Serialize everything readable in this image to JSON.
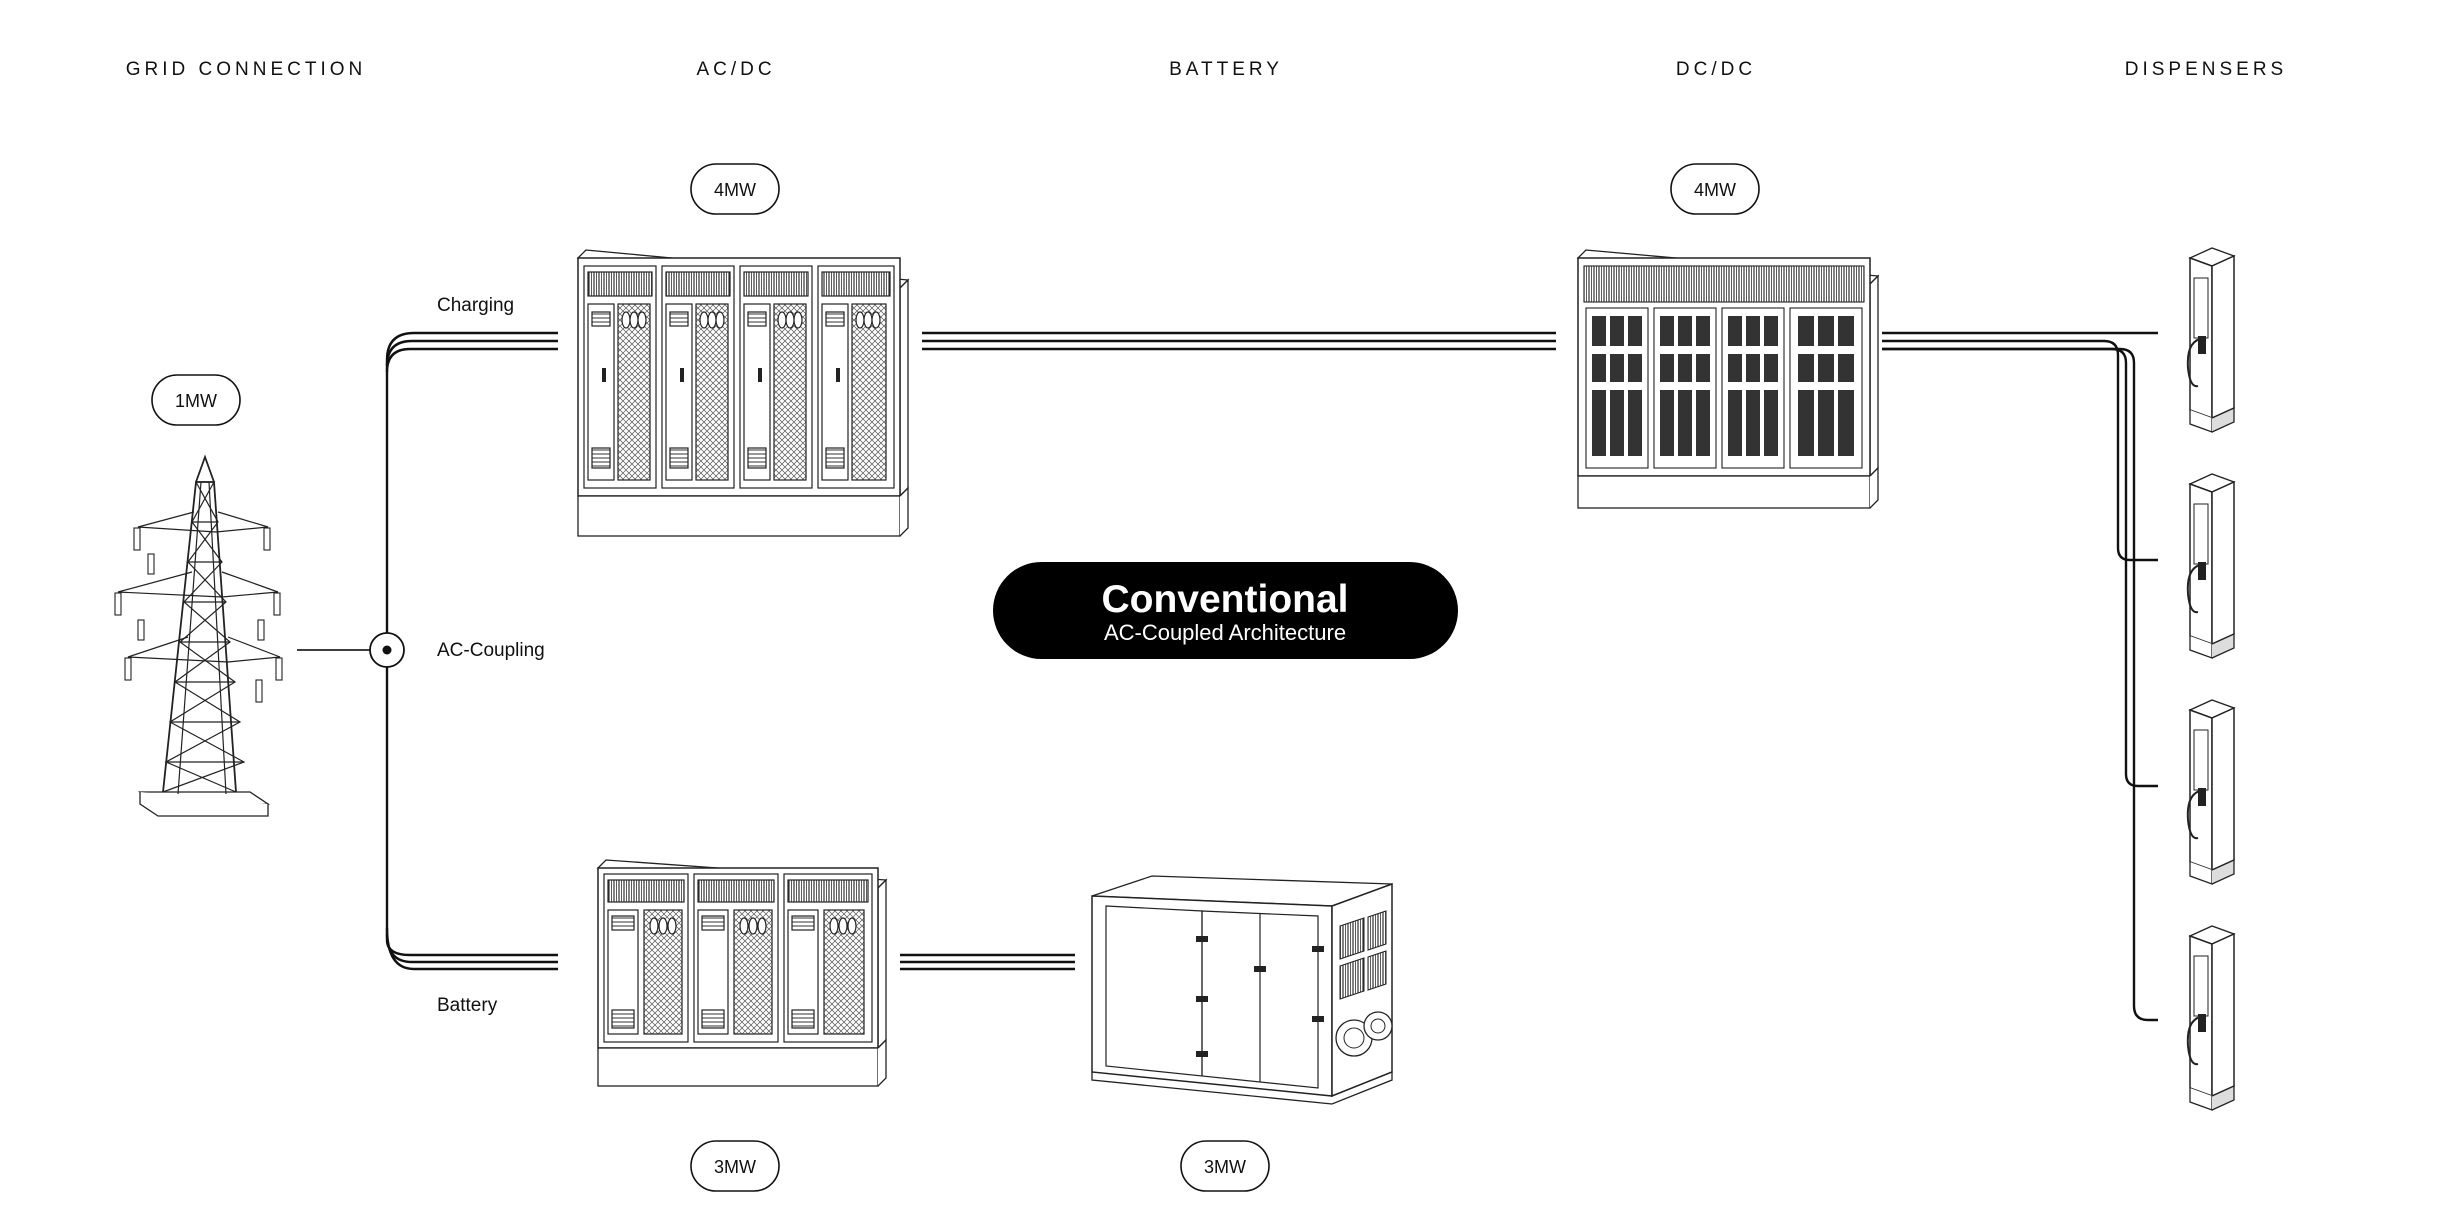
{
  "columns": {
    "grid": "GRID CONNECTION",
    "acdc": "AC/DC",
    "battery": "BATTERY",
    "dcdc": "DC/DC",
    "dispensers": "DISPENSERS"
  },
  "ratings": {
    "grid": "1MW",
    "acdc_charging": "4MW",
    "dcdc": "4MW",
    "acdc_battery": "3MW",
    "battery": "3MW"
  },
  "labels": {
    "charging": "Charging",
    "ac_coupling": "AC-Coupling",
    "battery": "Battery"
  },
  "title": {
    "main": "Conventional",
    "sub": "AC-Coupled Architecture"
  },
  "colors": {
    "line": "#111111",
    "title_bg": "#000000",
    "title_text": "#ffffff"
  },
  "icons": [
    "transmission-tower-icon",
    "inverter-cabinet-icon",
    "dcdc-converter-cabinet-icon",
    "battery-container-icon",
    "charging-dispenser-icon"
  ]
}
